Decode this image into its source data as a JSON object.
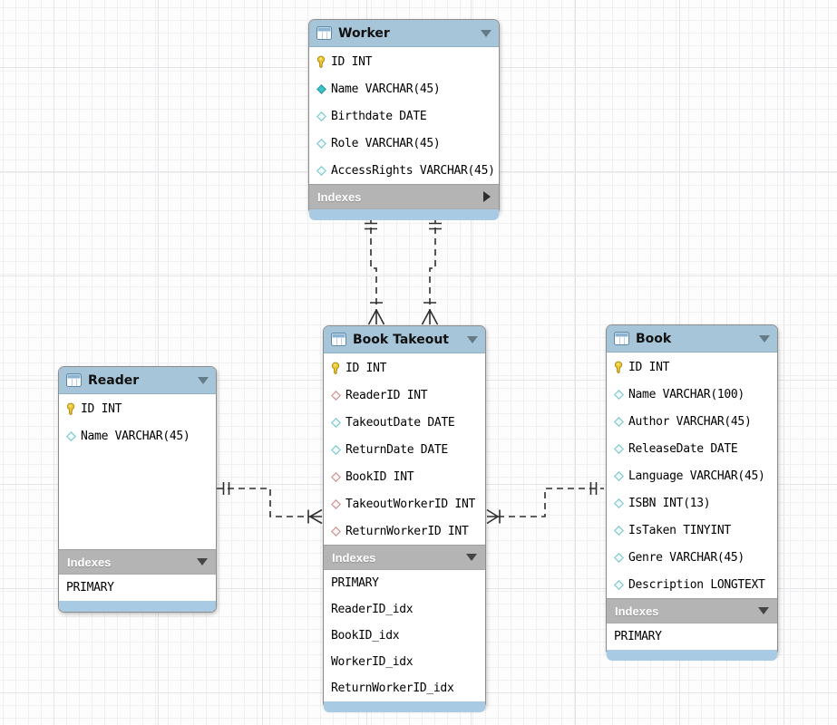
{
  "diagram": {
    "tool": "EER diagram canvas",
    "colors": {
      "table_header": "#a6c5d8",
      "table_footer": "#a9cae3",
      "indexes_bar": "#b4b4b4",
      "table_border": "#8d8d8d",
      "connector": "#2f2f2f",
      "primary_key_gold": "#eec733",
      "attribute_teal": "#3fc3cb",
      "foreign_key_red": "#c59190"
    },
    "icons": {
      "table": "table-icon",
      "key": "primary-key-icon",
      "attr": "column-diamond-icon",
      "attr_filled": "column-diamond-filled-icon",
      "fk": "foreign-key-diamond-icon",
      "collapse": "triangle-down-icon",
      "expand": "triangle-right-icon"
    },
    "tables": [
      {
        "id": "worker",
        "title": "Worker",
        "indexes_label": "Indexes",
        "indexes_collapsed": true,
        "fields": [
          {
            "icon": "key",
            "text": "ID INT"
          },
          {
            "icon": "attr_filled",
            "text": "Name VARCHAR(45)"
          },
          {
            "icon": "attr",
            "text": "Birthdate DATE"
          },
          {
            "icon": "attr",
            "text": "Role VARCHAR(45)"
          },
          {
            "icon": "attr",
            "text": "AccessRights VARCHAR(45)"
          }
        ],
        "indexes": []
      },
      {
        "id": "book-takeout",
        "title": "Book Takeout",
        "indexes_label": "Indexes",
        "indexes_collapsed": false,
        "fields": [
          {
            "icon": "key",
            "text": "ID INT"
          },
          {
            "icon": "fk",
            "text": "ReaderID INT"
          },
          {
            "icon": "attr",
            "text": "TakeoutDate DATE"
          },
          {
            "icon": "attr",
            "text": "ReturnDate DATE"
          },
          {
            "icon": "fk",
            "text": "BookID INT"
          },
          {
            "icon": "fk",
            "text": "TakeoutWorkerID INT"
          },
          {
            "icon": "fk",
            "text": "ReturnWorkerID INT"
          }
        ],
        "indexes": [
          "PRIMARY",
          "ReaderID_idx",
          "BookID_idx",
          "WorkerID_idx",
          "ReturnWorkerID_idx"
        ]
      },
      {
        "id": "reader",
        "title": "Reader",
        "indexes_label": "Indexes",
        "indexes_collapsed": false,
        "fields": [
          {
            "icon": "key",
            "text": "ID INT"
          },
          {
            "icon": "attr",
            "text": "Name VARCHAR(45)"
          }
        ],
        "indexes": [
          "PRIMARY"
        ]
      },
      {
        "id": "book",
        "title": "Book",
        "indexes_label": "Indexes",
        "indexes_collapsed": false,
        "fields": [
          {
            "icon": "key",
            "text": "ID INT"
          },
          {
            "icon": "attr",
            "text": "Name VARCHAR(100)"
          },
          {
            "icon": "attr",
            "text": "Author VARCHAR(45)"
          },
          {
            "icon": "attr",
            "text": "ReleaseDate DATE"
          },
          {
            "icon": "attr",
            "text": "Language VARCHAR(45)"
          },
          {
            "icon": "attr",
            "text": "ISBN INT(13)"
          },
          {
            "icon": "attr",
            "text": "IsTaken TINYINT"
          },
          {
            "icon": "attr",
            "text": "Genre VARCHAR(45)"
          },
          {
            "icon": "attr",
            "text": "Description LONGTEXT"
          }
        ],
        "indexes": [
          "PRIMARY"
        ]
      }
    ],
    "relationships": [
      {
        "name": "worker-to-book-takeout-takeout",
        "from": "Worker",
        "to": "Book Takeout",
        "from_cardinality": "one",
        "to_cardinality": "many-mandatory",
        "line_style": "dashed"
      },
      {
        "name": "worker-to-book-takeout-return",
        "from": "Worker",
        "to": "Book Takeout",
        "from_cardinality": "one",
        "to_cardinality": "many-mandatory",
        "line_style": "dashed"
      },
      {
        "name": "reader-to-book-takeout",
        "from": "Reader",
        "to": "Book Takeout",
        "from_cardinality": "one",
        "to_cardinality": "many-mandatory",
        "line_style": "dashed"
      },
      {
        "name": "book-to-book-takeout",
        "from": "Book",
        "to": "Book Takeout",
        "from_cardinality": "one",
        "to_cardinality": "many-mandatory",
        "line_style": "dashed"
      }
    ]
  }
}
